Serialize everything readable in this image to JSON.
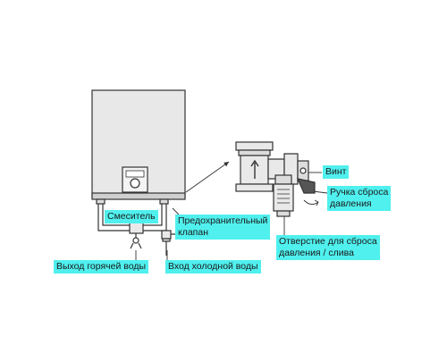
{
  "labels": {
    "mixer": "Смеситель",
    "hot_water_outlet": "Выход горячей воды",
    "cold_water_inlet": "Вход холодной воды",
    "safety_valve": "Предохранительный\nклапан",
    "screw": "Винт",
    "pressure_release_handle": "Ручка сброса\nдавления",
    "pressure_release_hole": "Отверстие для сброса\nдавления / слива"
  },
  "colors": {
    "label_background": "#4ff0ee",
    "line": "#333333",
    "tank_fill": "#e6e6e6",
    "valve_fill": "#e9e9e9"
  }
}
